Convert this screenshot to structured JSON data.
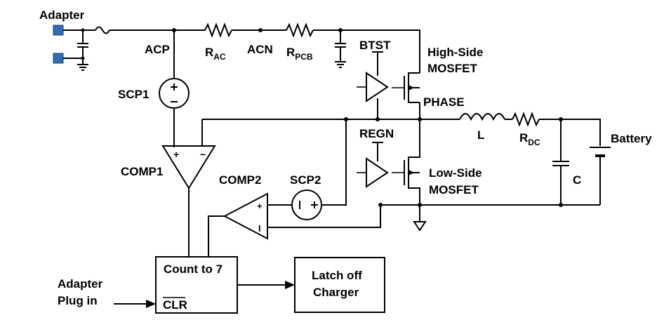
{
  "labels": {
    "adapter": "Adapter",
    "acp": "ACP",
    "rac_main": "R",
    "rac_sub": "AC",
    "acn": "ACN",
    "rpcb_main": "R",
    "rpcb_sub": "PCB",
    "btst": "BTST",
    "high_side_1": "High-Side",
    "high_side_2": "MOSFET",
    "phase": "PHASE",
    "inductor": "L",
    "rdc_main": "R",
    "rdc_sub": "DC",
    "battery": "Battery",
    "capacitor": "C",
    "regn": "REGN",
    "low_side_1": "Low-Side",
    "low_side_2": "MOSFET",
    "scp1": "SCP1",
    "comp1": "COMP1",
    "comp2": "COMP2",
    "scp2": "SCP2",
    "count": "Count to 7",
    "clr": "CLR",
    "latch_1": "Latch off",
    "latch_2": "Charger",
    "plug_1": "Adapter",
    "plug_2": "Plug in"
  },
  "colors": {
    "terminal": "#2e6db4"
  }
}
